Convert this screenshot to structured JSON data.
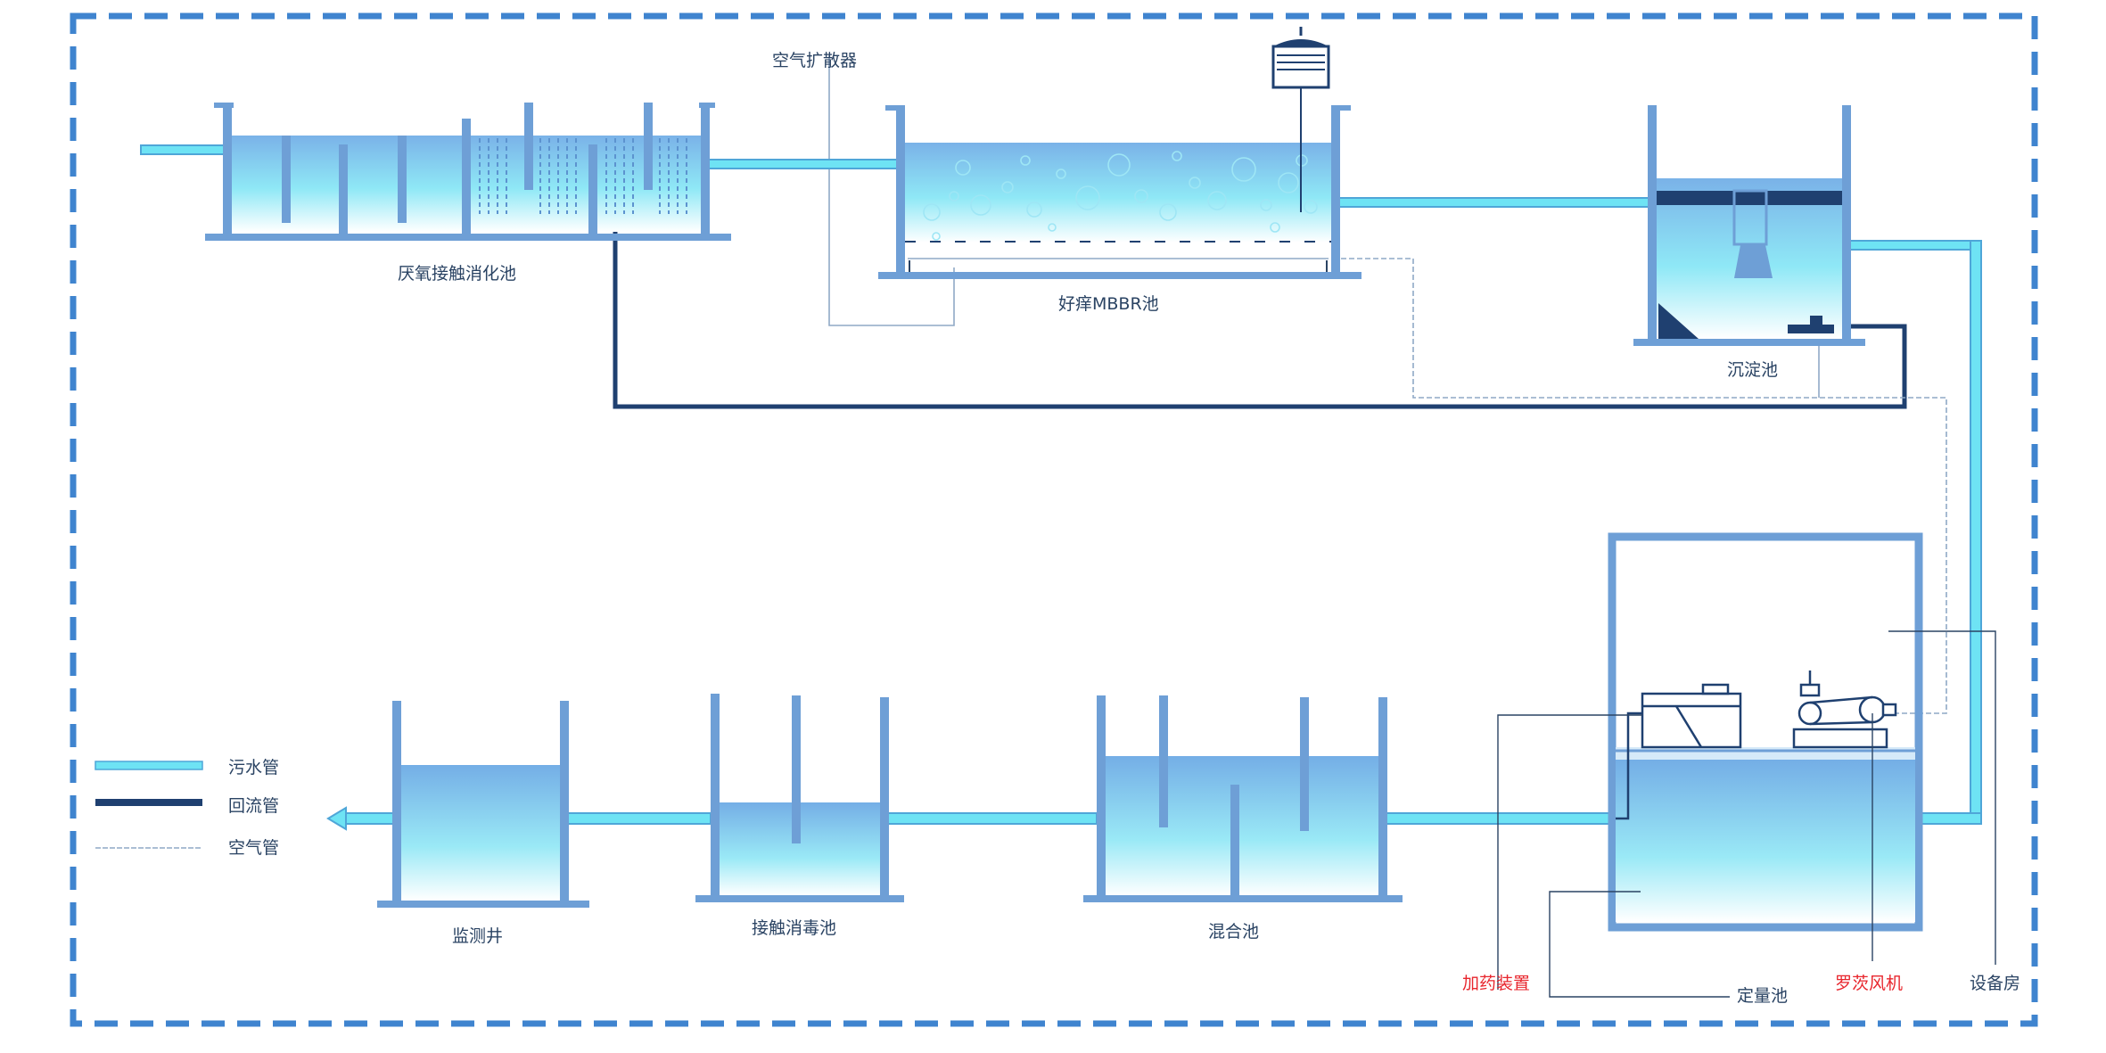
{
  "labels": {
    "anaerobic_tank": "厌氧接触消化池",
    "air_diffuser": "空气扩散器",
    "aerobic_mbbr_tank": "好痒MBBR池",
    "sedimentation_tank": "沉淀池",
    "monitoring_well": "监测井",
    "contact_disinfection_tank": "接触消毒池",
    "mixing_tank": "混合池",
    "dosing_device": "加药装置",
    "dosing_tank": "定量池",
    "roots_blower": "罗茨风机",
    "equipment_room": "设备房"
  },
  "legend": {
    "sewage_pipe": "污水管",
    "return_pipe": "回流管",
    "air_pipe": "空气管"
  },
  "colors": {
    "border": "#3f84cf",
    "tank_wall": "#6e9fd6",
    "water_top": "#72aee6",
    "water_bottom": "#ffffff",
    "sewage_pipe": "#6ee3f4",
    "return_pipe": "#1f4070",
    "air_pipe": "#8fa9c6",
    "highlight_label": "#e8262d"
  }
}
